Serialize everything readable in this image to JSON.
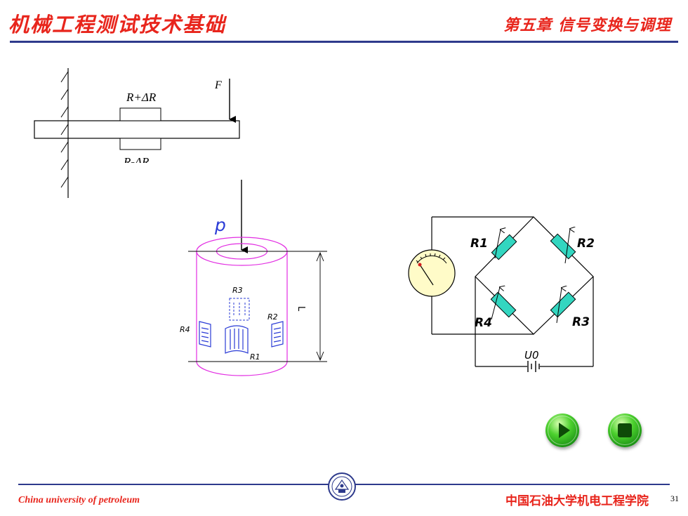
{
  "header": {
    "course_title": "机械工程测试技术基础",
    "chapter_title": "第五章 信号变换与调理"
  },
  "cantilever": {
    "force_label": "F",
    "top_gauge_label": "R+ΔR",
    "bottom_gauge_label": "R-ΔR"
  },
  "column": {
    "pressure_label": "p",
    "length_label": "L",
    "gauges": [
      "R1",
      "R2",
      "R3",
      "R4"
    ]
  },
  "bridge": {
    "r1": "R1",
    "r2": "R2",
    "r3": "R3",
    "r4": "R4",
    "supply_label": "U0"
  },
  "controls": {
    "play": "play",
    "stop": "stop"
  },
  "footer": {
    "institution_en": "China university of petroleum",
    "institution_cn": "中国石油大学机电工程学院",
    "page_number": "31"
  },
  "colors": {
    "title_red": "#e8251c",
    "rule_blue": "#2e3a8c",
    "column_magenta": "#e22de2",
    "resistor_teal": "#33d6c0",
    "meter_face": "#fffbc8",
    "button_green": "#4cd02e"
  },
  "icons": {
    "play": "play-icon",
    "stop": "stop-icon",
    "logo": "university-seal-icon",
    "meter": "galvanometer-icon"
  }
}
